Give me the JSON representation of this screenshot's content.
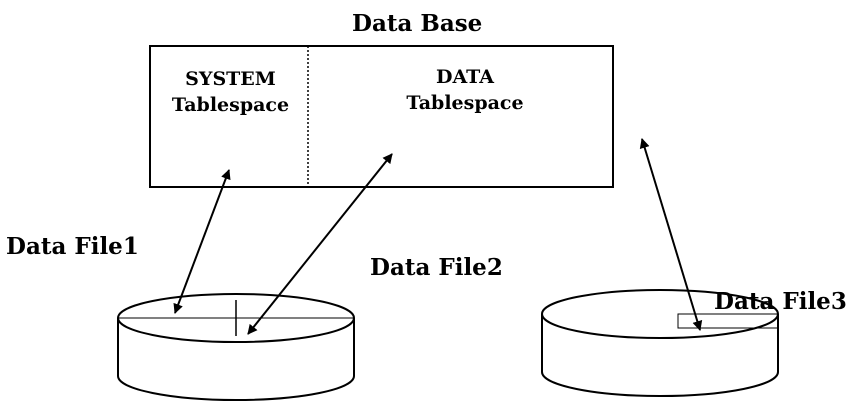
{
  "title": "Data Base",
  "tablespaces": [
    {
      "line1": "SYSTEM",
      "line2": "Tablespace"
    },
    {
      "line1": "DATA",
      "line2": "Tablespace"
    }
  ],
  "data_files": [
    "Data File1",
    "Data File2",
    "Data File3"
  ]
}
